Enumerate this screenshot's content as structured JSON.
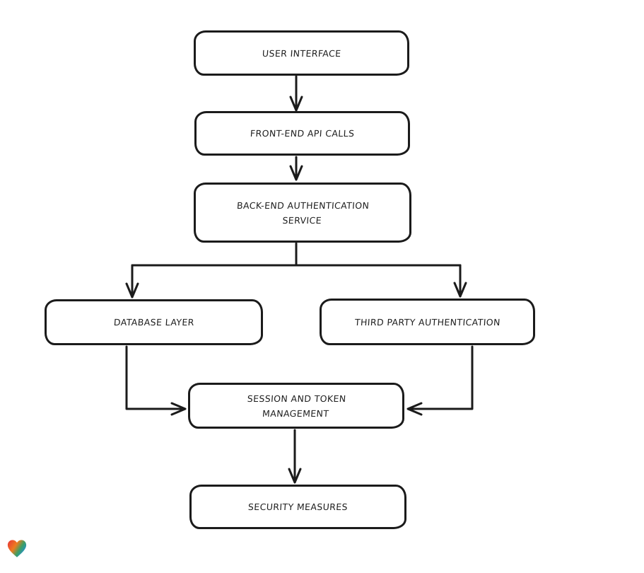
{
  "canvas": {
    "background": "#ffffff",
    "stroke_color": "#1b1b1b",
    "node_fill": "#ffffff",
    "text_color": "#1e1e1e"
  },
  "diagram": {
    "type": "flowchart",
    "nodes": [
      {
        "id": "user-interface",
        "label": "USER INTERFACE"
      },
      {
        "id": "front-end-api-calls",
        "label": "FRONT-END API CALLS"
      },
      {
        "id": "back-end-auth-service",
        "label": "BACK-END AUTHENTICATION SERVICE"
      },
      {
        "id": "database-layer",
        "label": "DATABASE LAYER"
      },
      {
        "id": "third-party-auth",
        "label": "THIRD PARTY AUTHENTICATION"
      },
      {
        "id": "session-token-management",
        "label": "SESSION AND TOKEN MANAGEMENT"
      },
      {
        "id": "security-measures",
        "label": "SECURITY MEASURES"
      }
    ],
    "edges": [
      {
        "from": "user-interface",
        "to": "front-end-api-calls"
      },
      {
        "from": "front-end-api-calls",
        "to": "back-end-auth-service"
      },
      {
        "from": "back-end-auth-service",
        "to": "database-layer"
      },
      {
        "from": "back-end-auth-service",
        "to": "third-party-auth"
      },
      {
        "from": "database-layer",
        "to": "session-token-management"
      },
      {
        "from": "third-party-auth",
        "to": "session-token-management"
      },
      {
        "from": "session-token-management",
        "to": "security-measures"
      }
    ]
  },
  "logo": {
    "name": "gradient-heart",
    "gradient_colors": [
      "#e8333a",
      "#ee7c1f",
      "#3d9f63",
      "#1f8fd6"
    ]
  }
}
